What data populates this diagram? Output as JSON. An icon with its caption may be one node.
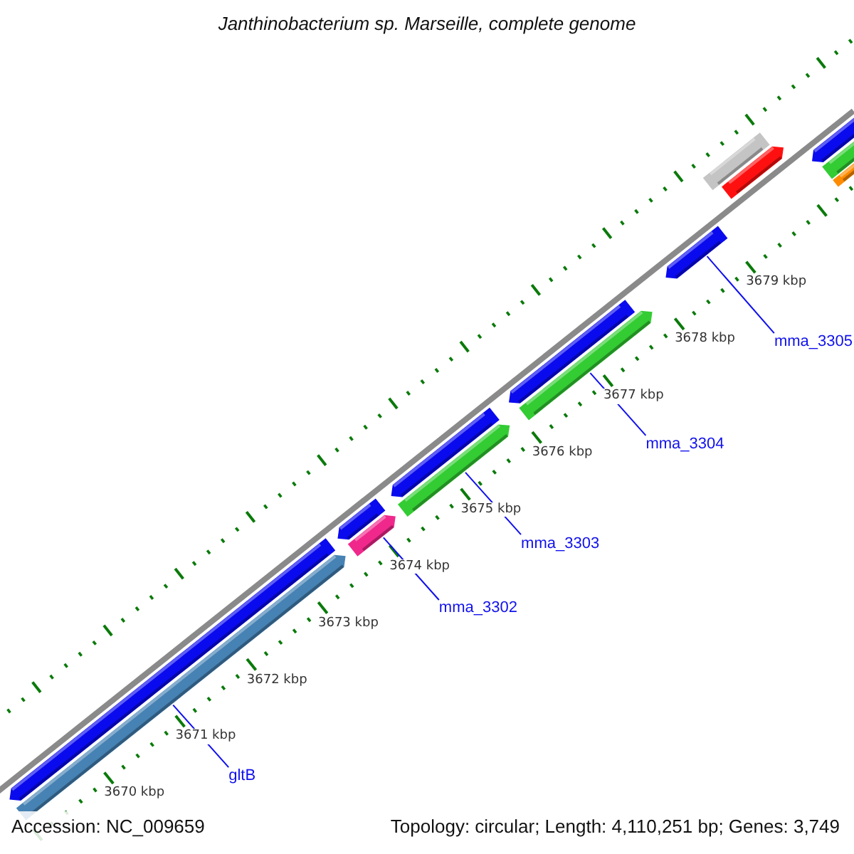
{
  "diagram": {
    "title": "Janthinobacterium sp. Marseille, complete genome",
    "nodes": [
      {
        "text": [
          "gltB"
        ]
      },
      {
        "text": [
          "mma_3302"
        ]
      },
      {
        "text": [
          "mma_3303"
        ]
      },
      {
        "text": [
          "mma_3304"
        ]
      },
      {
        "text": [
          "mma_3305"
        ]
      },
      {
        "text": [],
        "shape": "bar"
      },
      {
        "text": [],
        "shape": "bar"
      },
      {
        "text": [],
        "shape": "bar"
      },
      {
        "text": [],
        "shape": "bar"
      },
      {
        "text": [],
        "shape": "bar"
      },
      {
        "text": [],
        "shape": "bar"
      },
      {
        "text": [],
        "shape": "bar"
      },
      {
        "text": [],
        "shape": "bar"
      },
      {
        "text": [],
        "shape": "bar"
      },
      {
        "text": [],
        "shape": "bar"
      },
      {
        "text": [],
        "shape": "bar"
      },
      {
        "text": [],
        "shape": "bar"
      },
      {
        "text": [],
        "shape": "bar"
      },
      {
        "text": [],
        "shape": "bar"
      }
    ],
    "edges": [
      {
        "from": 0,
        "to": 6,
        "arrow": "none"
      },
      {
        "from": 1,
        "to": 8,
        "arrow": "none"
      },
      {
        "from": 2,
        "to": 10,
        "arrow": "none"
      },
      {
        "from": 3,
        "to": 12,
        "arrow": "none"
      },
      {
        "from": 4,
        "to": 13,
        "arrow": "none"
      }
    ],
    "labels": [
      "3670 kbp",
      "3671 kbp",
      "3672 kbp",
      "3673 kbp",
      "3674 kbp",
      "3675 kbp",
      "3676 kbp",
      "3677 kbp",
      "3678 kbp",
      "3679 kbp",
      "Accession: NC_009659",
      "Topology: circular; Length: 4,110,251 bp; Genes: 3,749"
    ]
  }
}
